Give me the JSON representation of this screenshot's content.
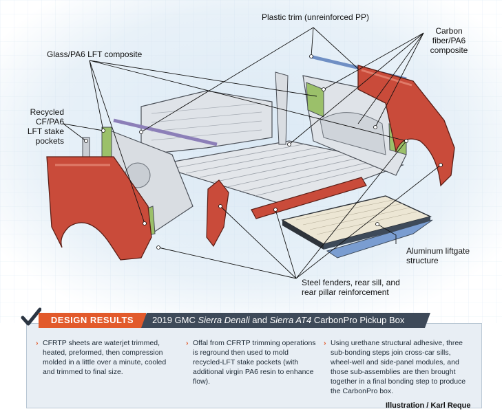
{
  "labels": {
    "plastic_trim": "Plastic trim (unreinforced PP)",
    "carbon_fiber": [
      "Carbon",
      "fiber/PA6",
      "composite"
    ],
    "glass_pa6": "Glass/PA6 LFT composite",
    "recycled": [
      "Recycled",
      "CF/PA6",
      "LFT stake",
      "pockets"
    ],
    "aluminum": [
      "Aluminum liftgate",
      "structure"
    ],
    "steel": [
      "Steel fenders, rear sill, and",
      "rear pillar reinforcement"
    ]
  },
  "results": {
    "badge": "DESIGN RESULTS",
    "title_pre": "2019 GMC ",
    "title_it1": "Sierra Denali",
    "title_mid": " and ",
    "title_it2": "Sierra AT4",
    "title_post": " CarbonPro Pickup Box",
    "arrow": "›",
    "col1": "CFRTP sheets are waterjet trimmed, heated, preformed, then compression molded in a little over a minute, cooled and trimmed to final size.",
    "col2": "Offal from CFRTP trimming operations is reground then used to mold recycled-LFT stake pockets (with additional virgin PA6 resin to enhance flow).",
    "col3": "Using urethane structural adhesive, three sub-bonding steps join cross-car sills, wheel-well and side-panel modules, and those sub-assemblies are then brought together in a final bonding step to produce the CarbonPro box.",
    "credit": "Illustration / Karl Reque"
  },
  "colors": {
    "steel_red": "#c94b3a",
    "panel_gray": "#d9dde2",
    "orange": "#e25a2b",
    "navy": "#3e4a59",
    "blue_trim": "#6f8fc4",
    "green": "#9bc06a"
  }
}
